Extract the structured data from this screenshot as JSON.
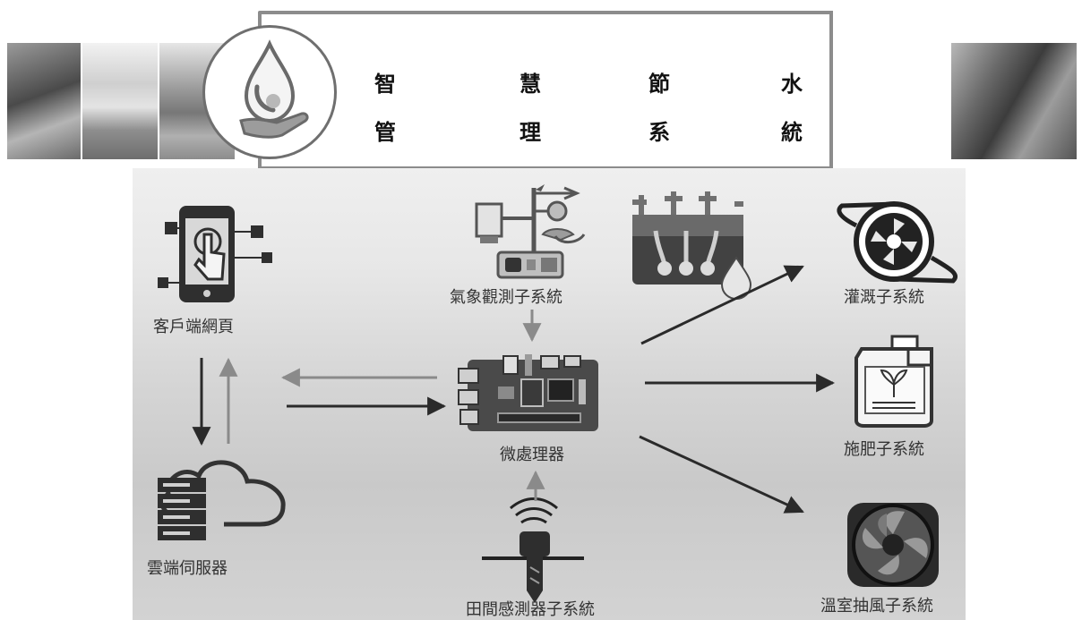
{
  "title_chars": [
    "智",
    "慧",
    "節",
    "水",
    "管",
    "理",
    "系",
    "統"
  ],
  "nodes": {
    "client": "客戶端網頁",
    "cloud": "雲端伺服器",
    "weather": "氣象觀測子系統",
    "mcu": "微處理器",
    "field_sensor": "田間感測器子系統",
    "irrigation": "灌溉子系統",
    "fertilizer": "施肥子系統",
    "greenhouse_fan": "溫室抽風子系統"
  },
  "icons": [
    "water-drop-hand-icon",
    "smartphone-touch-icon",
    "cloud-server-icon",
    "weather-station-icon",
    "water-tank-icon",
    "microprocessor-board-icon",
    "soil-sensor-icon",
    "irrigation-fan-icon",
    "fertilizer-jug-icon",
    "cooling-fan-icon"
  ]
}
